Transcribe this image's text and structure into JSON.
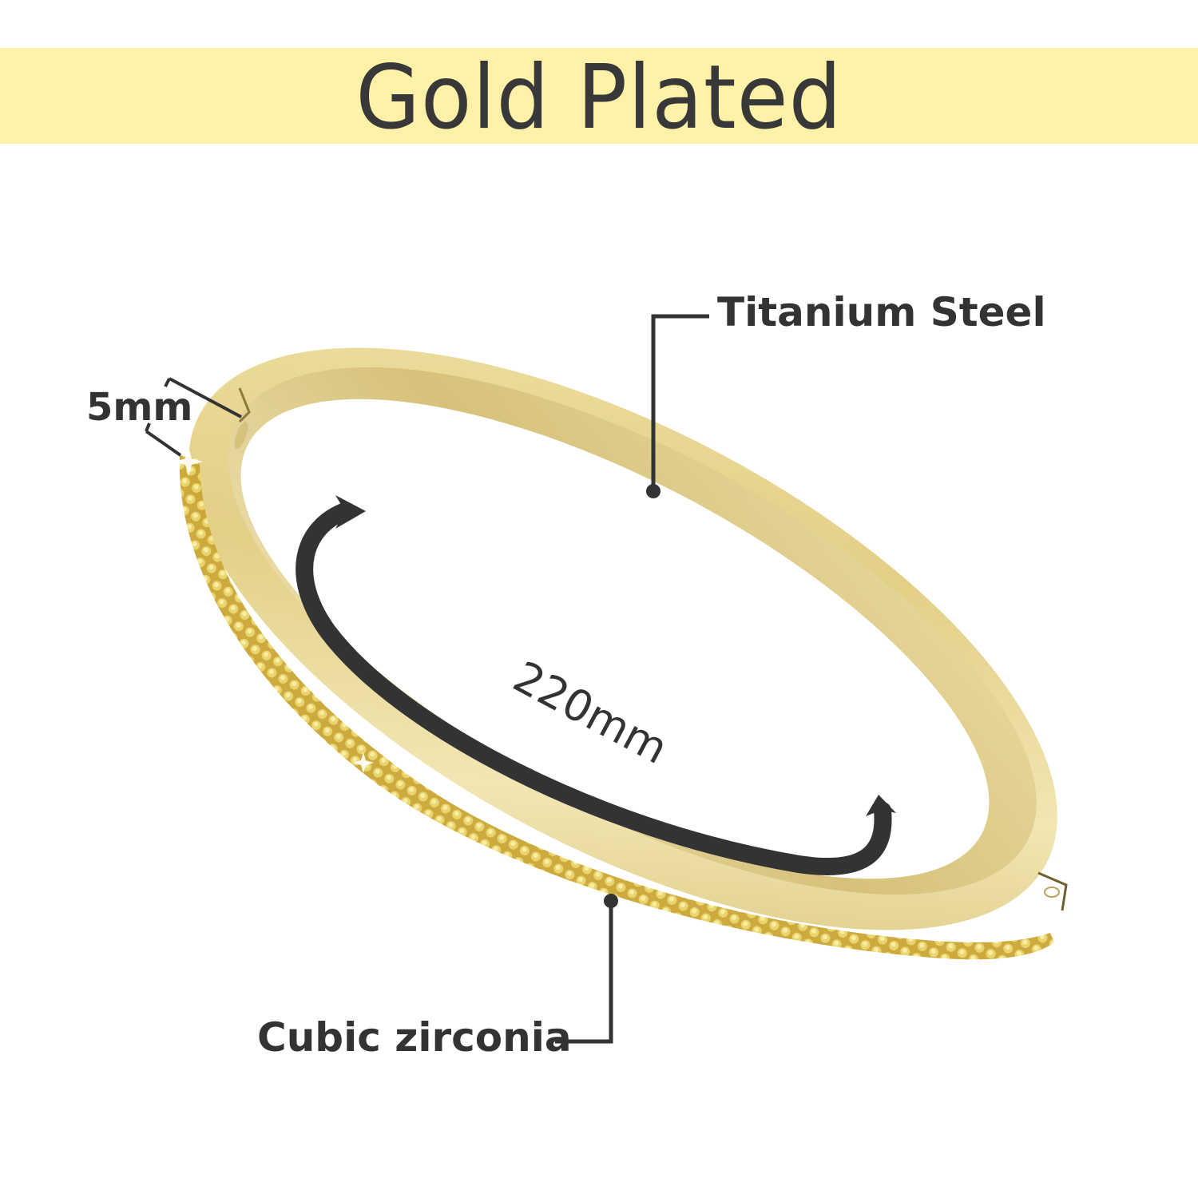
{
  "header": {
    "title": "Gold Plated",
    "background_color": "#fff1a8",
    "text_color": "#383838"
  },
  "product": {
    "type": "bangle bracelet",
    "metal_color": "#e6d58f",
    "stone_color": "#d9b93a"
  },
  "annotations": {
    "material": "Titanium Steel",
    "stones": "Cubic zirconia",
    "width": "5mm",
    "circumference": "220mm"
  },
  "icons": {
    "circumference_arrow": "curved-double-arrow-icon",
    "callout_dot": "callout-dot-icon"
  },
  "colors": {
    "annotation_ink": "#333333",
    "page_background": "#ffffff"
  }
}
